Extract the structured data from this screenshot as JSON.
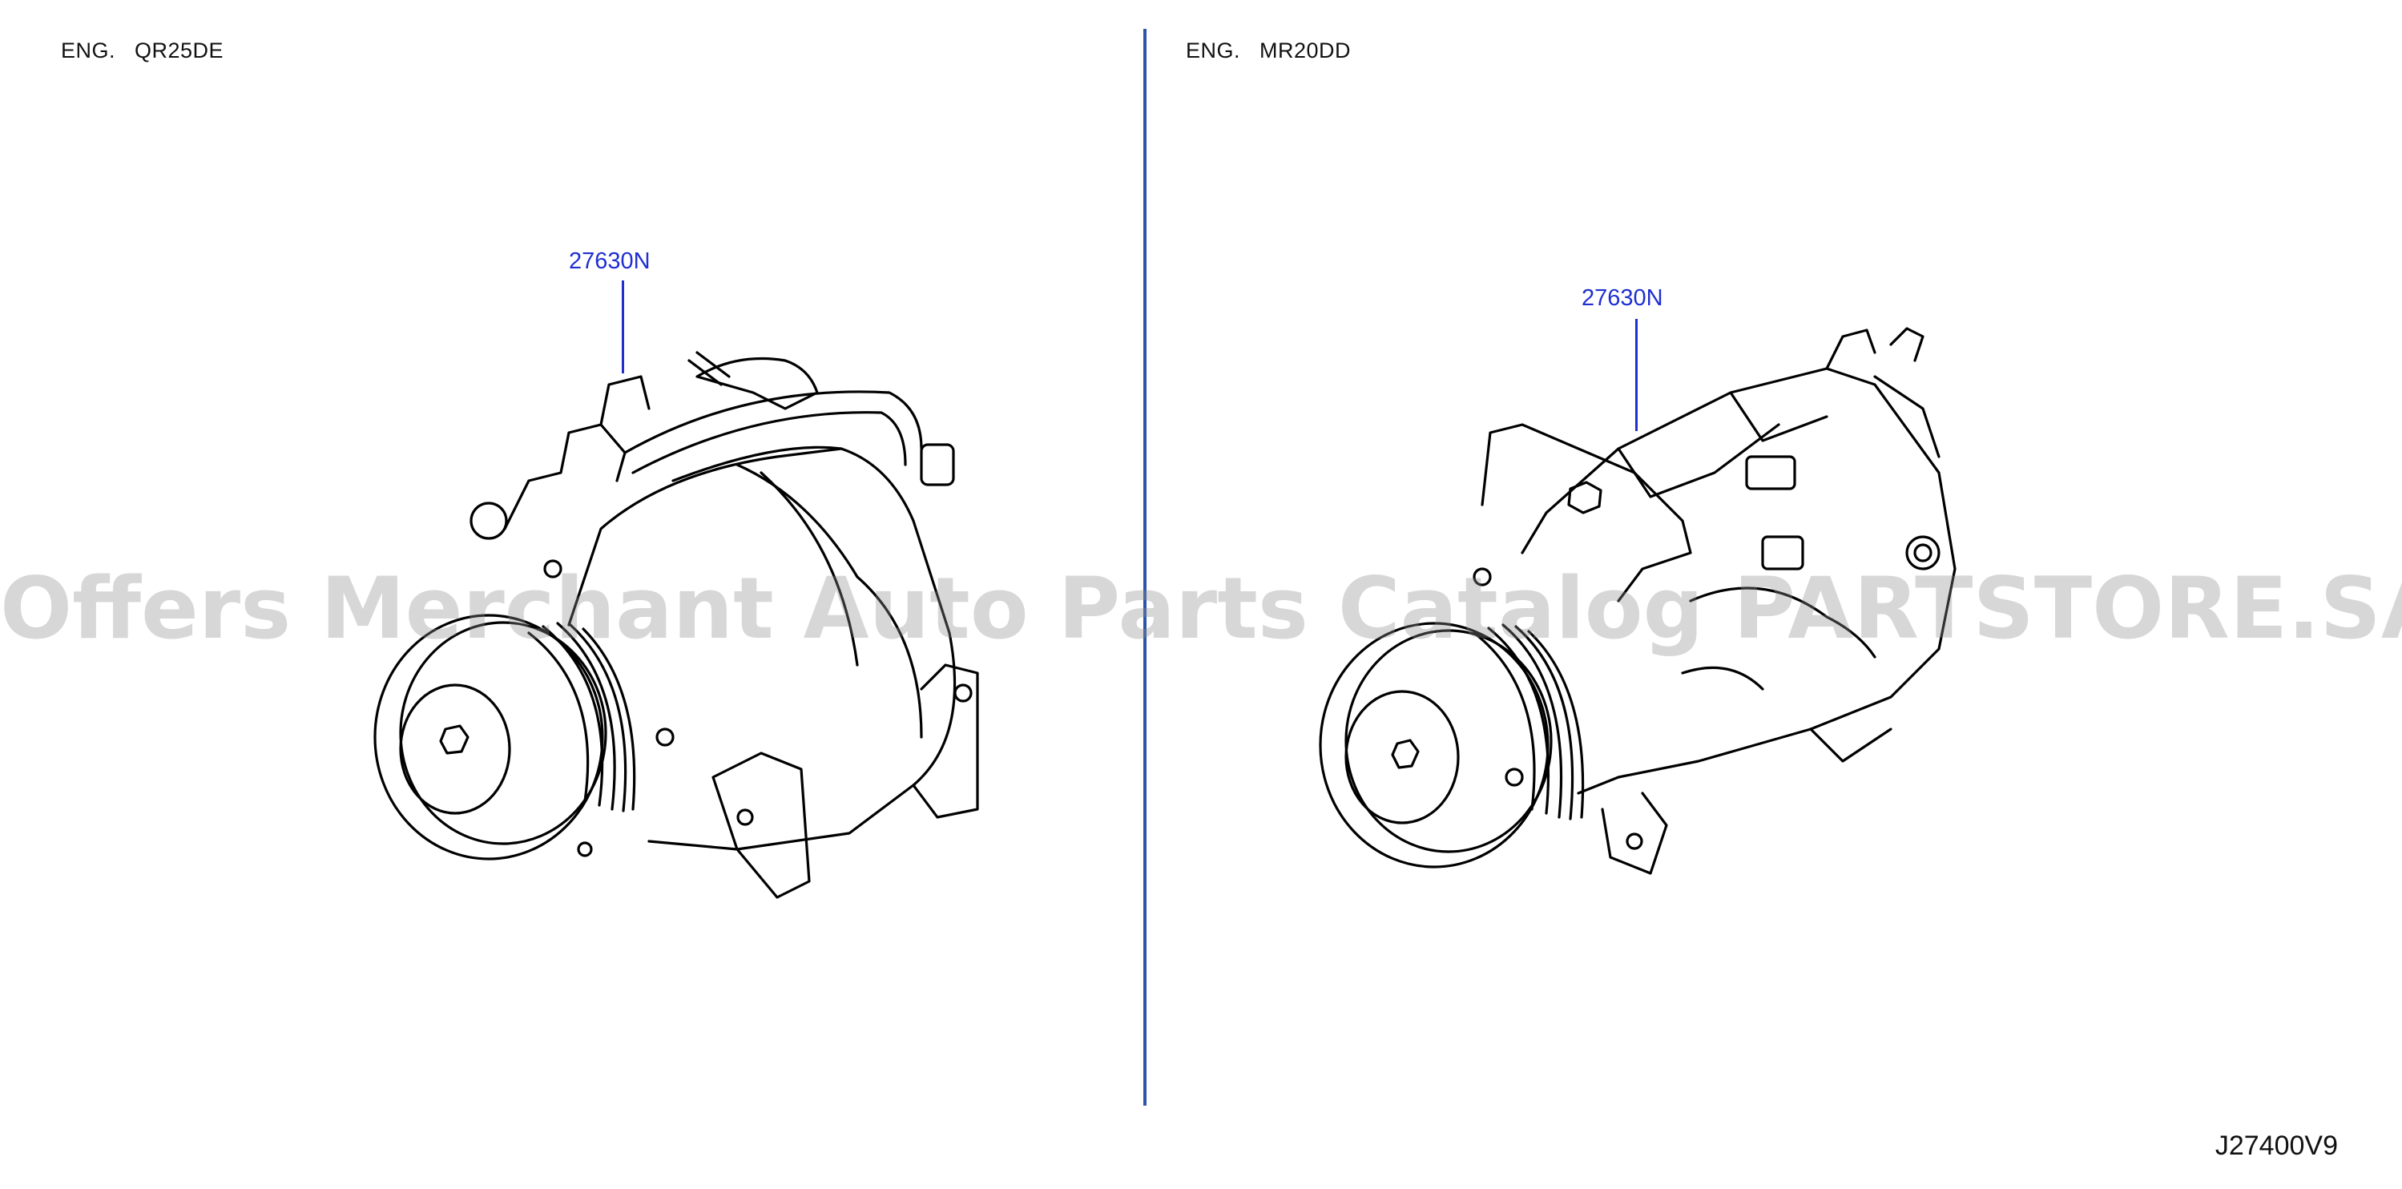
{
  "left_panel": {
    "engine_label": "ENG.   QR25DE",
    "callout": {
      "part_number": "27630N"
    }
  },
  "right_panel": {
    "engine_label": "ENG.   MR20DD",
    "callout": {
      "part_number": "27630N"
    }
  },
  "diagram_code": "J27400V9",
  "watermark": "Offers Merchant Auto Parts Catalog PARTSTORE.SA",
  "colors": {
    "callout": "#1f2fd0",
    "divider": "#2b56a8",
    "lines": "#000000",
    "watermark": "#8c8c8c"
  }
}
